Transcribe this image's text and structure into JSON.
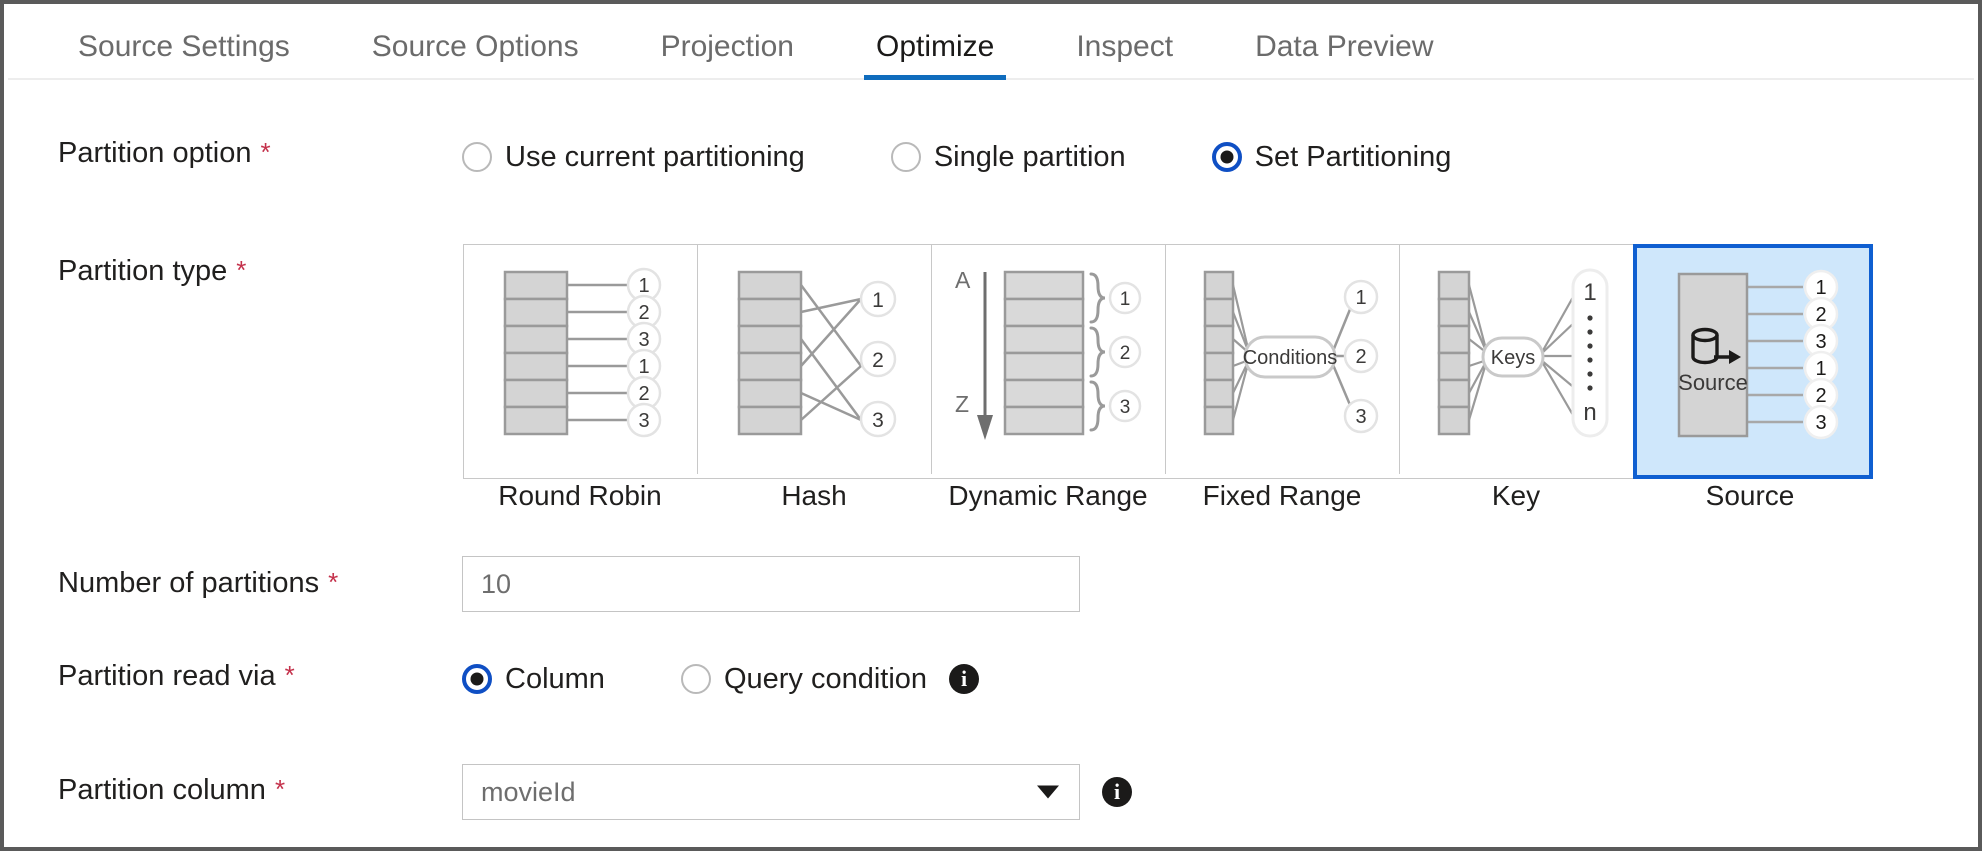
{
  "tabs": [
    {
      "label": "Source Settings",
      "active": false
    },
    {
      "label": "Source Options",
      "active": false
    },
    {
      "label": "Projection",
      "active": false
    },
    {
      "label": "Optimize",
      "active": true
    },
    {
      "label": "Inspect",
      "active": false
    },
    {
      "label": "Data Preview",
      "active": false
    }
  ],
  "accent_color": "#0f6cbd",
  "required_marker": "*",
  "partition_option": {
    "label": "Partition option",
    "required": true,
    "selected": "Set Partitioning",
    "options": [
      {
        "label": "Use current partitioning",
        "checked": false
      },
      {
        "label": "Single partition",
        "checked": false
      },
      {
        "label": "Set Partitioning",
        "checked": true
      }
    ]
  },
  "partition_type": {
    "label": "Partition type",
    "required": true,
    "selected": "Source",
    "cards": [
      {
        "label": "Round Robin",
        "selected": false,
        "outputs": [
          "1",
          "2",
          "3",
          "1",
          "2",
          "3"
        ]
      },
      {
        "label": "Hash",
        "selected": false,
        "outputs": [
          "1",
          "2",
          "3"
        ]
      },
      {
        "label": "Dynamic Range",
        "selected": false,
        "outputs": [
          "1",
          "2",
          "3"
        ],
        "axis_start": "A",
        "axis_end": "Z"
      },
      {
        "label": "Fixed Range",
        "selected": false,
        "outputs": [
          "1",
          "2",
          "3"
        ],
        "node_label": "Conditions"
      },
      {
        "label": "Key",
        "selected": false,
        "outputs": [
          "1",
          "n"
        ],
        "node_label": "Keys"
      },
      {
        "label": "Source",
        "selected": true,
        "outputs": [
          "1",
          "2",
          "3",
          "1",
          "2",
          "3"
        ],
        "node_label": "Source"
      }
    ]
  },
  "number_of_partitions": {
    "label": "Number of partitions",
    "required": true,
    "value": "10",
    "placeholder": "10"
  },
  "partition_read_via": {
    "label": "Partition read via",
    "required": true,
    "selected": "Column",
    "options": [
      {
        "label": "Column",
        "checked": true
      },
      {
        "label": "Query condition",
        "checked": false
      }
    ],
    "info_tooltip": "info-icon"
  },
  "partition_column": {
    "label": "Partition column",
    "required": true,
    "value": "movieId",
    "placeholder": "movieId",
    "info_tooltip": "info-icon"
  }
}
